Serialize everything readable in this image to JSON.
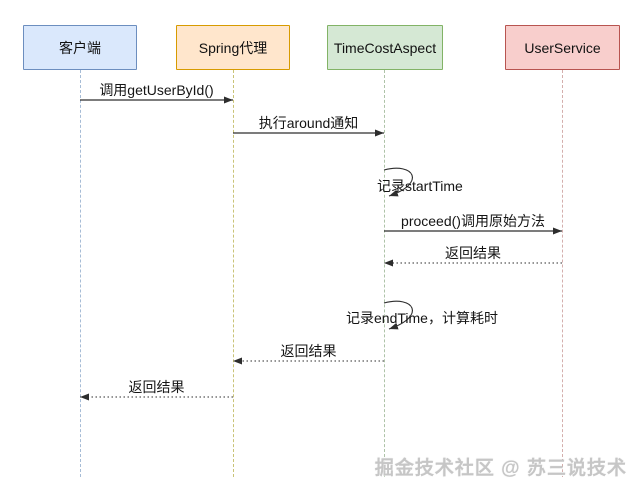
{
  "diagram": {
    "type": "sequence",
    "participants": [
      {
        "id": "client",
        "label": "客户端",
        "fill": "#dae8fc",
        "border": "#6c8ebf",
        "lifeline_color": "#a6bcd6"
      },
      {
        "id": "spring-proxy",
        "label": "Spring代理",
        "fill": "#ffe6cc",
        "border": "#d79b00",
        "lifeline_color": "#c9c377"
      },
      {
        "id": "time-cost-aspect",
        "label": "TimeCostAspect",
        "fill": "#d5e8d4",
        "border": "#82b366",
        "lifeline_color": "#aec3a8"
      },
      {
        "id": "user-service",
        "label": "UserService",
        "fill": "#f8cecc",
        "border": "#b85450",
        "lifeline_color": "#d4aeac"
      }
    ],
    "messages": [
      {
        "label": "调用getUserById()",
        "from": "客户端",
        "to": "Spring代理",
        "line": "solid"
      },
      {
        "label": "执行around通知",
        "from": "Spring代理",
        "to": "TimeCostAspect",
        "line": "solid"
      },
      {
        "label": "记录startTime",
        "from": "TimeCostAspect",
        "to": "TimeCostAspect",
        "line": "self"
      },
      {
        "label": "proceed()调用原始方法",
        "from": "TimeCostAspect",
        "to": "UserService",
        "line": "solid"
      },
      {
        "label": "返回结果",
        "from": "UserService",
        "to": "TimeCostAspect",
        "line": "dotted"
      },
      {
        "label": "记录endTime，计算耗时",
        "from": "TimeCostAspect",
        "to": "TimeCostAspect",
        "line": "self"
      },
      {
        "label": "返回结果",
        "from": "TimeCostAspect",
        "to": "Spring代理",
        "line": "dotted"
      },
      {
        "label": "返回结果",
        "from": "Spring代理",
        "to": "客户端",
        "line": "dotted"
      }
    ],
    "arrow_color": "#2d2d2d",
    "watermark": "掘金技术社区 @ 苏三说技术"
  }
}
